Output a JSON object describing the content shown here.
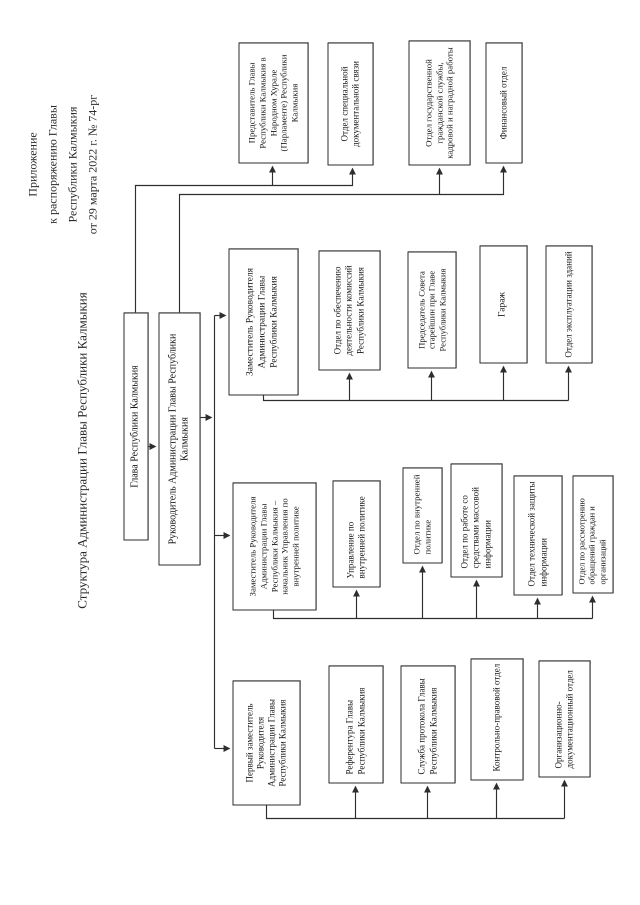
{
  "document": {
    "annex": [
      "Приложение",
      "к распоряжению Главы",
      "Республики Калмыкия",
      "от 29 марта 2022 г. № 74-рг"
    ],
    "title": "Структура Администрации Главы Республики Калмыкия",
    "ink_color": "#2e2e2e",
    "paper_color": "#ffffff"
  },
  "org_chart": {
    "nodes": [
      {
        "id": "glava",
        "label": "Глава Республики Калмыкия"
      },
      {
        "id": "rukovoditel",
        "label": "Руководитель Администрации Главы Республики Калмыкия"
      },
      {
        "id": "zam",
        "label": "Заместитель Руководителя Администрации Главы Республики Калмыкия"
      },
      {
        "id": "zam-vnutrpol",
        "label": "Заместитель Руководителя Администрации Главы Республики Калмыкия – начальник Управления по внутренней политике"
      },
      {
        "id": "pervyi-zam",
        "label": "Первый заместитель Руководителя Администрации Главы Республики Калмыкия"
      },
      {
        "id": "predstavitel",
        "label": "Представитель Главы Республики Калмыкия в Народном Хурале (Парламенте) Республики Калмыкия"
      },
      {
        "id": "otdel-spetssvyazi",
        "label": "Отдел специальной документальной связи"
      },
      {
        "id": "otdel-gossluzhby",
        "label": "Отдел государственной гражданской службы, кадровой и наградной работы"
      },
      {
        "id": "finansovyi",
        "label": "Финансовый отдел"
      },
      {
        "id": "otdel-komissii",
        "label": "Отдел по обеспечению деятельности комиссий Республики Калмыкия"
      },
      {
        "id": "sovet-stareishin",
        "label": "Председатель Совета старейшин при Главе Республики Калмыкия"
      },
      {
        "id": "garazh",
        "label": "Гараж"
      },
      {
        "id": "otdel-ekspluatatsii",
        "label": "Отдел эксплуатации зданий"
      },
      {
        "id": "upravlenie-vp",
        "label": "Управление по внутренней политике"
      },
      {
        "id": "otdel-vp",
        "label": "Отдел по внутренней политике"
      },
      {
        "id": "otdel-smi",
        "label": "Отдел по работе со средствами массовой информации"
      },
      {
        "id": "otdel-tzi",
        "label": "Отдел технической защиты информации"
      },
      {
        "id": "otdel-obrashchenii",
        "label": "Отдел по рассмотрению обращений граждан и организаций"
      },
      {
        "id": "referentura",
        "label": "Референтура Главы Республики Калмыкия"
      },
      {
        "id": "protokol",
        "label": "Служба протокола Главы Республики Калмыкия"
      },
      {
        "id": "kontrolno-pravovoi",
        "label": "Контрольно-правовой отдел"
      },
      {
        "id": "org-dok",
        "label": "Организационно-документационный отдел"
      }
    ],
    "edges": [
      {
        "from": "glava",
        "to": "rukovoditel"
      },
      {
        "from": "glava",
        "to": "predstavitel"
      },
      {
        "from": "glava",
        "to": "otdel-spetssvyazi"
      },
      {
        "from": "rukovoditel",
        "to": "otdel-gossluzhby"
      },
      {
        "from": "rukovoditel",
        "to": "finansovyi"
      },
      {
        "from": "rukovoditel",
        "to": "pervyi-zam"
      },
      {
        "from": "rukovoditel",
        "to": "zam-vnutrpol"
      },
      {
        "from": "rukovoditel",
        "to": "zam"
      },
      {
        "from": "zam",
        "to": "otdel-komissii"
      },
      {
        "from": "zam",
        "to": "sovet-stareishin"
      },
      {
        "from": "zam",
        "to": "garazh"
      },
      {
        "from": "zam",
        "to": "otdel-ekspluatatsii"
      },
      {
        "from": "zam-vnutrpol",
        "to": "upravlenie-vp"
      },
      {
        "from": "zam-vnutrpol",
        "to": "otdel-vp"
      },
      {
        "from": "zam-vnutrpol",
        "to": "otdel-smi"
      },
      {
        "from": "zam-vnutrpol",
        "to": "otdel-tzi"
      },
      {
        "from": "zam-vnutrpol",
        "to": "otdel-obrashchenii"
      },
      {
        "from": "pervyi-zam",
        "to": "referentura"
      },
      {
        "from": "pervyi-zam",
        "to": "protokol"
      },
      {
        "from": "pervyi-zam",
        "to": "kontrolno-pravovoi"
      },
      {
        "from": "pervyi-zam",
        "to": "org-dok"
      }
    ]
  }
}
